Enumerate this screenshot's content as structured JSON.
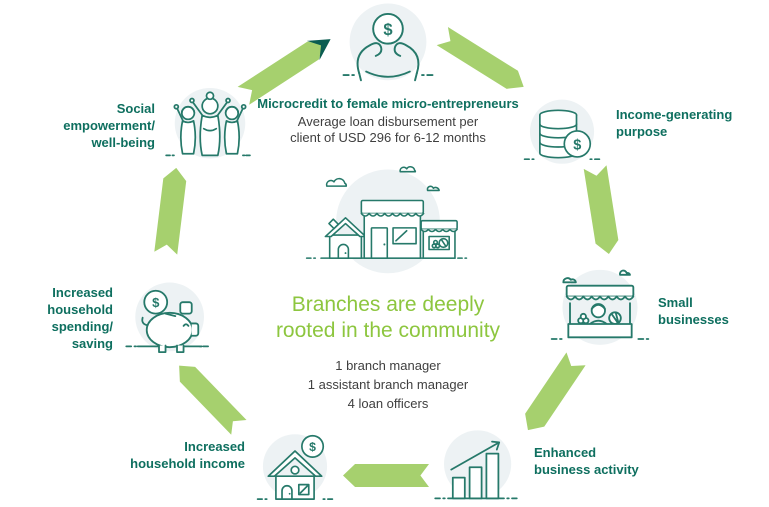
{
  "colors": {
    "teal_text": "#0E6F5F",
    "teal_stroke": "#26796A",
    "teal_dark": "#0B5D51",
    "arrow_green": "#A6D06E",
    "headline_green": "#8DC63F",
    "body_text": "#3F3F3F",
    "icon_circle_bg": "#EDF2F4"
  },
  "icons": {
    "currency_symbol": "$"
  },
  "center": {
    "icon": "branch-storefront",
    "headline": "Branches are deeply\nrooted in the community",
    "staff": [
      "1 branch manager",
      "1 assistant branch manager",
      "4 loan officers"
    ]
  },
  "cycle": {
    "microcredit": {
      "icon": "hands-holding-coin",
      "title": "Microcredit to female micro-entrepreneurs",
      "subtitle": "Average loan disbursement per\nclient of USD 296 for 6-12 months"
    },
    "income_generating": {
      "icon": "coin-stack",
      "label": "Income-generating\npurpose"
    },
    "small_businesses": {
      "icon": "market-stall",
      "label": "Small\nbusinesses"
    },
    "enhanced_business": {
      "icon": "growth-bar-chart",
      "label": "Enhanced\nbusiness activity"
    },
    "household_income": {
      "icon": "house-with-coin",
      "label": "Increased\nhousehold income"
    },
    "household_spending": {
      "icon": "piggy-bank",
      "label": "Increased\nhousehold\nspending/\nsaving"
    },
    "social_empowerment": {
      "icon": "three-women",
      "label": "Social\nempowerment/\nwell-being"
    }
  }
}
